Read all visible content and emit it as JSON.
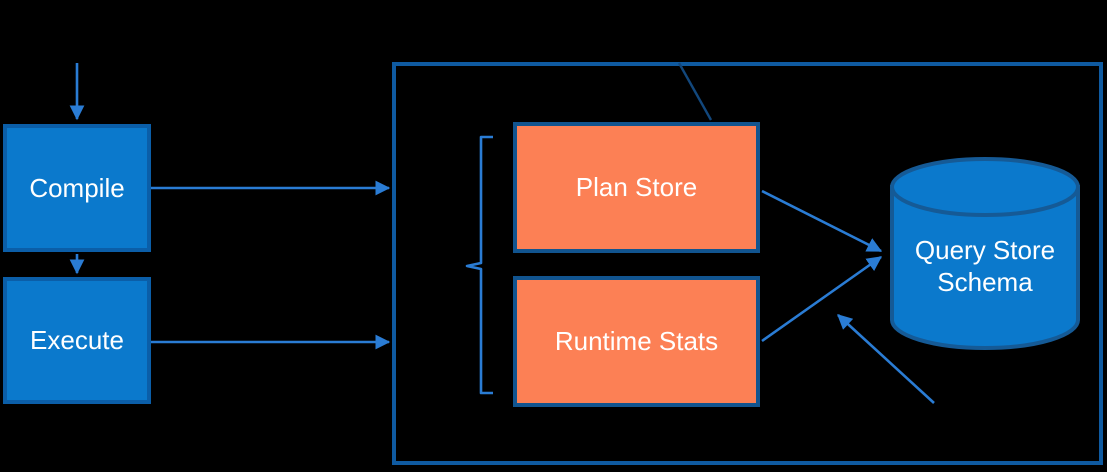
{
  "diagram": {
    "description": "Query Store data flow diagram",
    "background_color": "#000000",
    "colors": {
      "node_fill_blue": "#0b79cc",
      "node_border_blue": "#0b5ea8",
      "container_border_blue": "#0f5aa0",
      "store_fill_orange": "#fc8055",
      "store_border_navy": "#11548f",
      "arrow_blue": "#2a7cd4",
      "dark_connector_navy": "#12477c",
      "label_text": "#ffffff"
    },
    "nodes": {
      "compile": {
        "label": "Compile"
      },
      "execute": {
        "label": "Execute"
      },
      "plan_store": {
        "label": "Plan Store"
      },
      "runtime_stats": {
        "label": "Runtime Stats"
      },
      "query_store_schema": {
        "label": "Query Store Schema",
        "line1": "Query Store",
        "line2": "Schema"
      }
    },
    "edges": [
      {
        "from": "external-top",
        "to": "compile",
        "style": "arrow"
      },
      {
        "from": "compile",
        "to": "execute",
        "style": "arrow"
      },
      {
        "from": "compile",
        "to": "query-store-container",
        "style": "arrow"
      },
      {
        "from": "execute",
        "to": "query-store-container",
        "style": "arrow"
      },
      {
        "from": "plan_store",
        "to": "query_store_schema",
        "style": "arrow"
      },
      {
        "from": "runtime_stats",
        "to": "query_store_schema",
        "style": "arrow"
      },
      {
        "from": "bottom-right-inside-container",
        "to": "query_store_schema-junction",
        "style": "arrow"
      },
      {
        "from": "container-top-edge",
        "to": "plan_store",
        "style": "dark-line"
      }
    ],
    "annotations": {
      "brace": "left-facing brace grouping Plan Store and Runtime Stats"
    }
  }
}
